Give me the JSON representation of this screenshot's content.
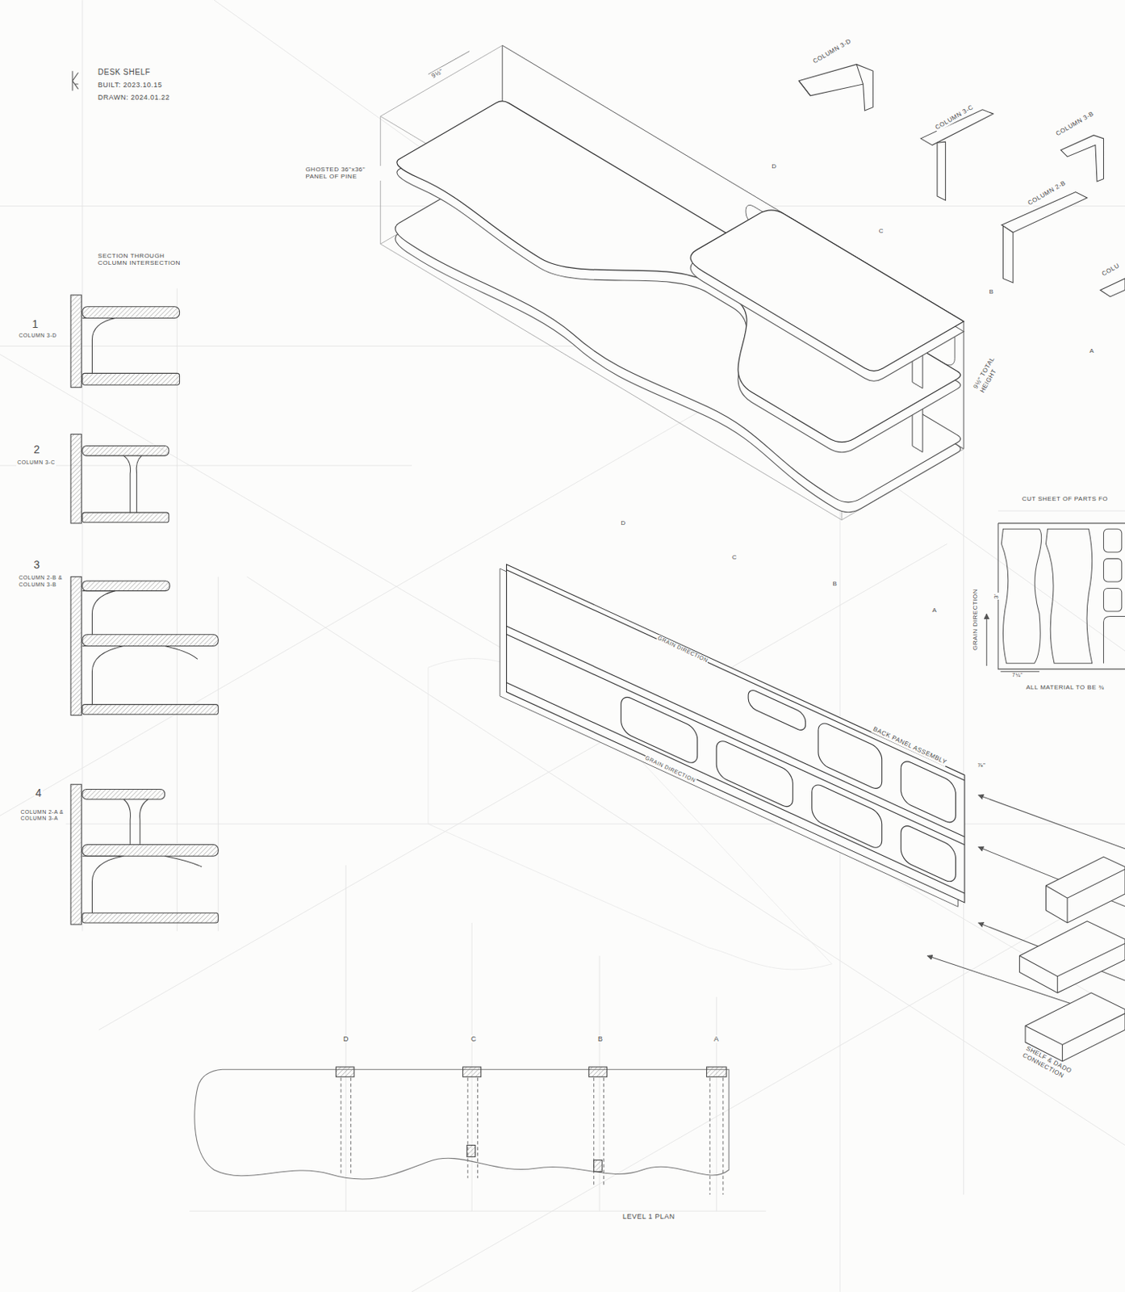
{
  "diagram": {
    "title": "DESK SHELF",
    "labels": [
      "BUILT: 2023.10.15",
      "DRAWN: 2024.01.22",
      "9½\"",
      "GHOSTED 36\"x36\" PANEL OF PINE",
      "COLUMN 3-D",
      "COLUMN 3-C",
      "COLUMN 3-B",
      "COLUMN 2-B",
      "COLU",
      "D",
      "C",
      "B",
      "A",
      "9½\" TOTAL HEIGHT",
      "SECTION THROUGH COLUMN INTERSECTION",
      "1",
      "COLUMN 3-D",
      "2",
      "COLUMN 3-C",
      "3",
      "COLUMN 2-B & COLUMN 3-B",
      "4",
      "COLUMN 2-A & COLUMN 3-A",
      "CUT SHEET OF PARTS FO",
      "GRAIN DIRECTION",
      "3'",
      "7¼\"",
      "ALL MATERIAL TO BE ¾",
      "D",
      "C",
      "B",
      "A",
      "GRAIN DIRECTION",
      "GRAIN DIRECTION",
      "BACK PANEL ASSEMBLY",
      "⅞\"",
      "SHELF & DADO CONNECTION",
      "D",
      "C",
      "B",
      "A",
      "LEVEL 1 PLAN"
    ]
  }
}
